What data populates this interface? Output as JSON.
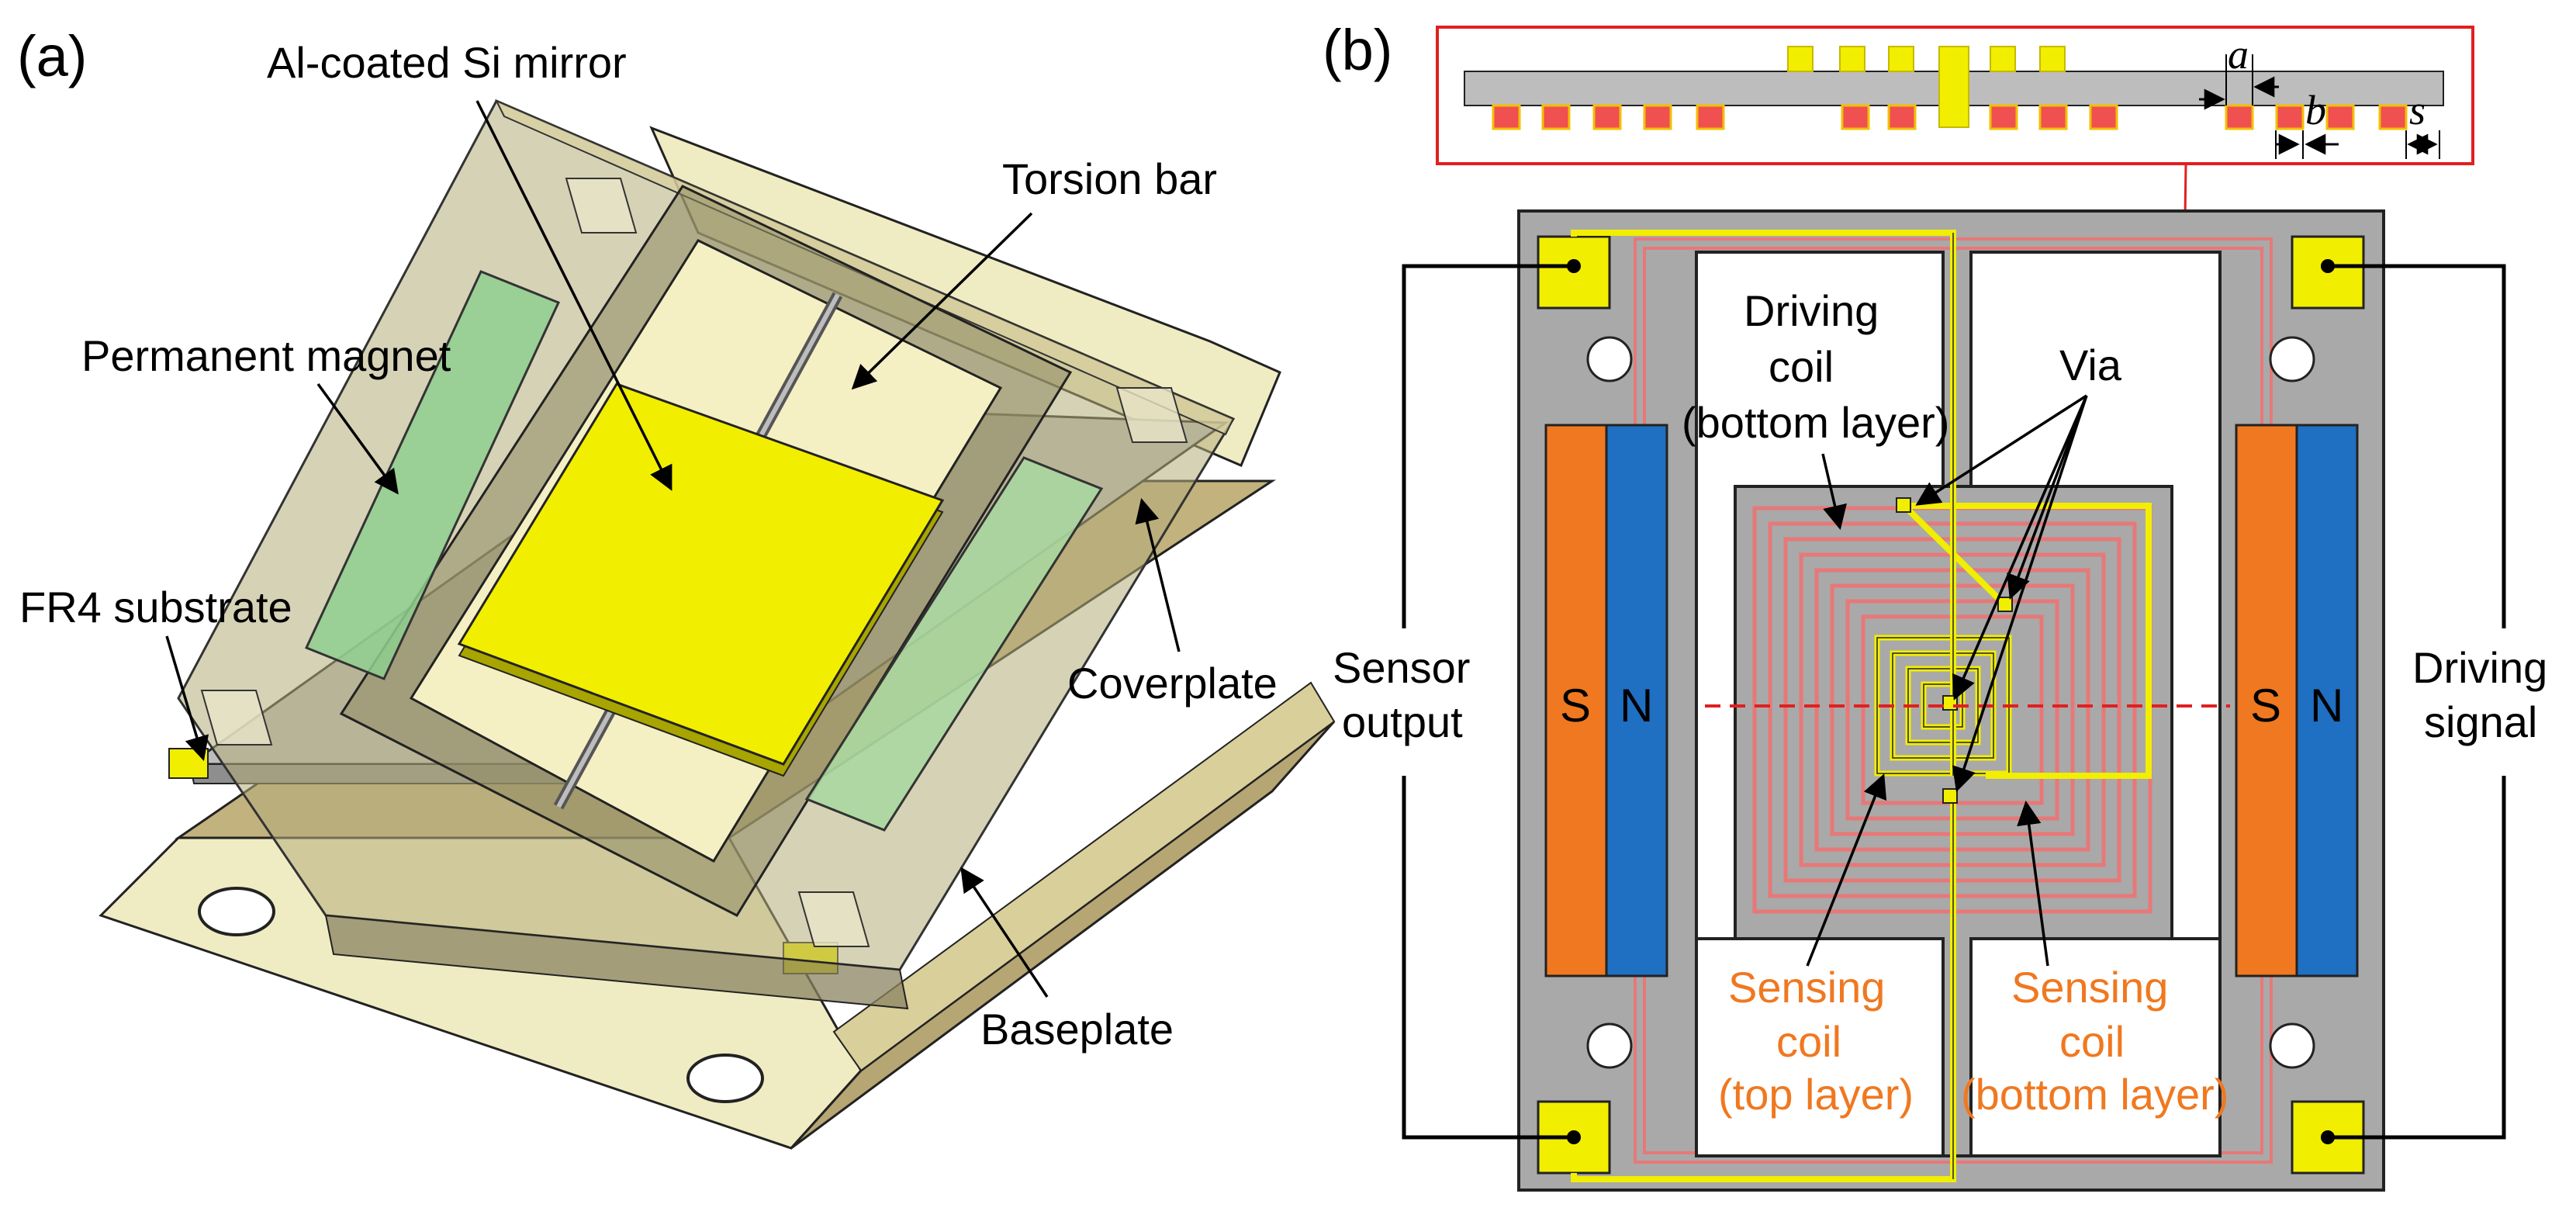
{
  "panel_a": {
    "tag": "(a)",
    "labels": {
      "mirror": "Al-coated Si mirror",
      "torsion_bar": "Torsion bar",
      "magnet": "Permanent magnet",
      "fr4": "FR4 substrate",
      "coverplate": "Coverplate",
      "baseplate": "Baseplate"
    }
  },
  "panel_b": {
    "tag": "(b)",
    "labels": {
      "driving_coil_1": "Driving",
      "driving_coil_2": "coil",
      "driving_coil_3": "(bottom layer)",
      "via": "Via",
      "sensor_output_1": "Sensor",
      "sensor_output_2": "output",
      "driving_signal_1": "Driving",
      "driving_signal_2": "signal",
      "sensing_top_1": "Sensing",
      "sensing_top_2": "coil",
      "sensing_top_3": "(top layer)",
      "sensing_bottom_1": "Sensing",
      "sensing_bottom_2": "coil",
      "sensing_bottom_3": "(bottom layer)",
      "pole_s": "S",
      "pole_n": "N"
    },
    "dims": {
      "a": "a",
      "b": "b",
      "s": "s"
    }
  },
  "colors": {
    "yellow": "#f2ee00",
    "green": "#8fcf8f",
    "frame": "#a9a9a9",
    "substrate": "#efecc3",
    "orange": "#f07820",
    "blue": "#1f6fc2",
    "coil_red": "#e87878",
    "red": "#e02020"
  }
}
